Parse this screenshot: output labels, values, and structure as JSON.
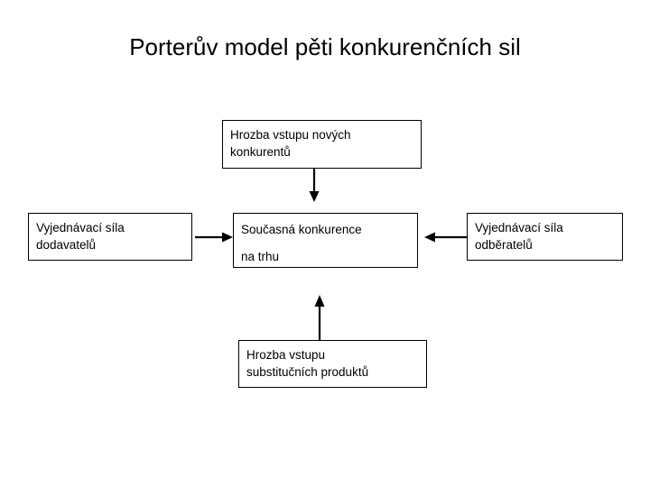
{
  "slide": {
    "title": "Porterův model pěti konkurenčních sil",
    "background_color": "#ffffff",
    "text_color": "#000000",
    "border_color": "#000000"
  },
  "nodes": {
    "new_entrants": {
      "line1": "Hrozba vstupu nových",
      "line2": "konkurentů"
    },
    "suppliers": {
      "line1": "Vyjednávací síla",
      "line2": "dodavatelů"
    },
    "rivalry": {
      "line1": "Současná konkurence",
      "line2": "na trhu"
    },
    "buyers": {
      "line1": "Vyjednávací síla",
      "line2": "odběratelů"
    },
    "substitutes": {
      "line1": "Hrozba vstupu",
      "line2": "substitučních produktů"
    }
  },
  "arrows": [
    {
      "name": "new-entrants-to-rivalry",
      "direction": "down"
    },
    {
      "name": "suppliers-to-rivalry",
      "direction": "right"
    },
    {
      "name": "buyers-to-rivalry",
      "direction": "left"
    },
    {
      "name": "substitutes-to-rivalry",
      "direction": "up"
    }
  ]
}
